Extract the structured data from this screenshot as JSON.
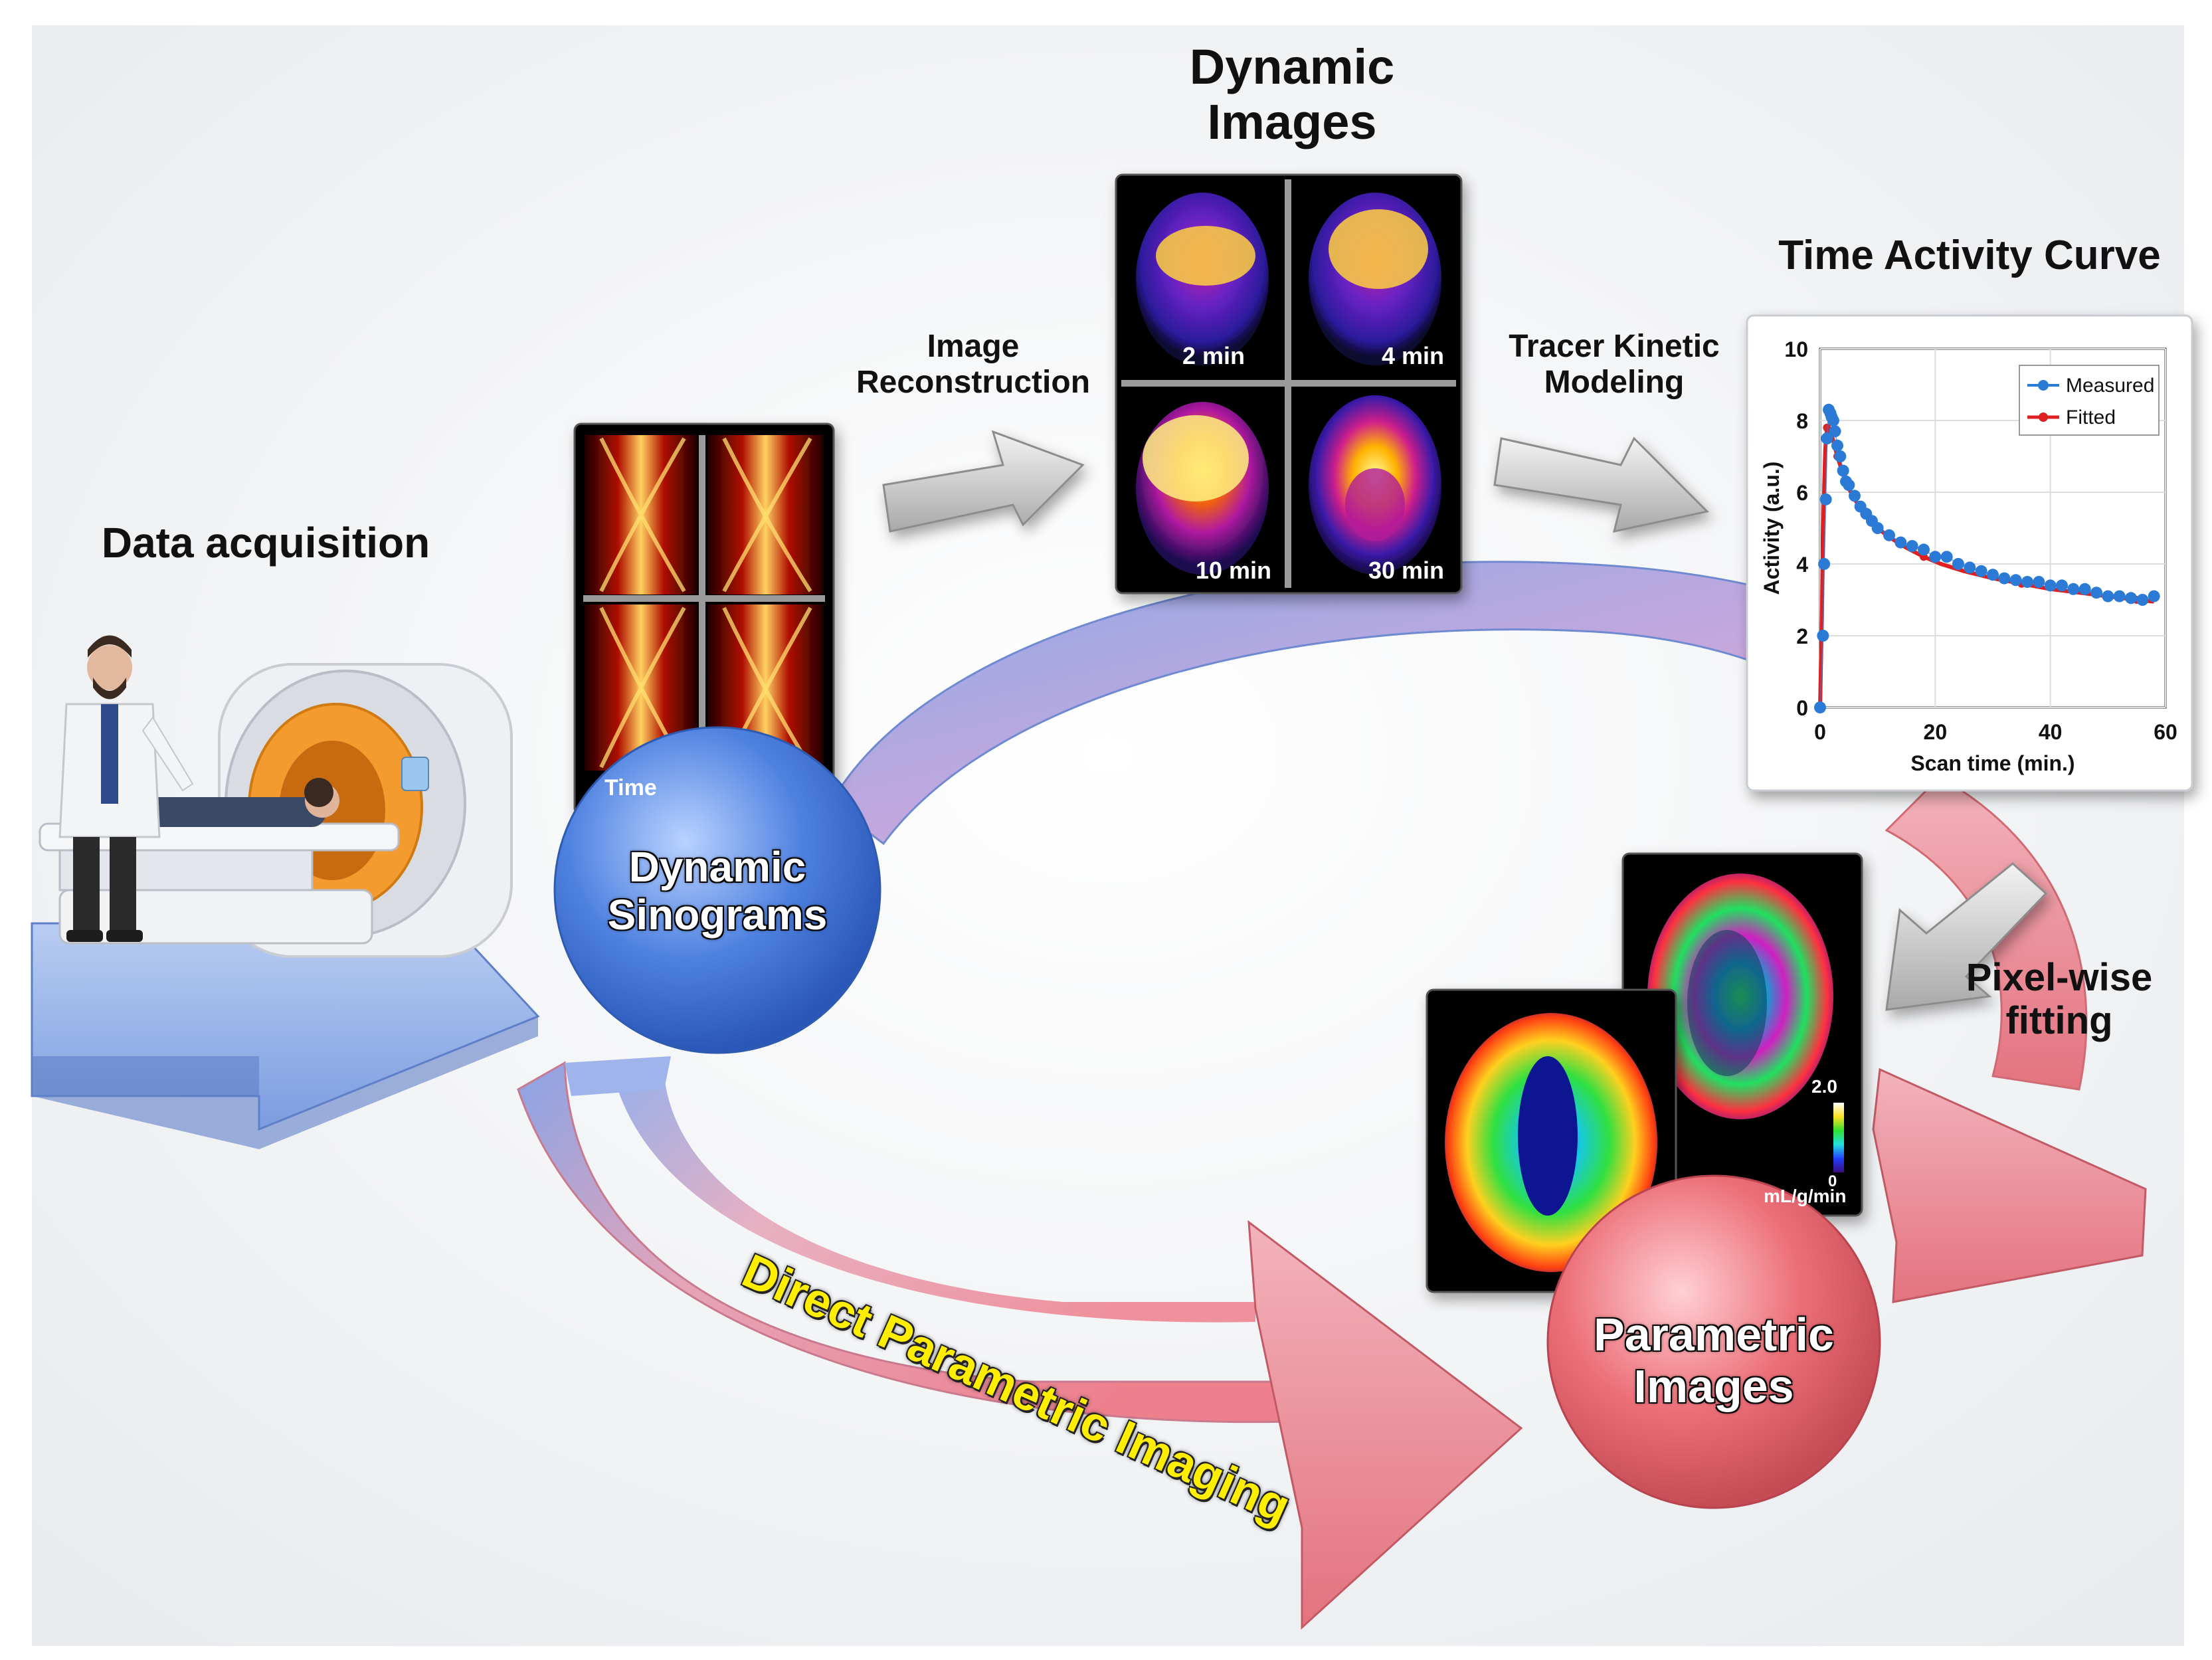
{
  "labels": {
    "data_acquisition": "Data acquisition",
    "dynamic_images": "Dynamic Images",
    "image_reconstruction": "Image Reconstruction",
    "tracer_kinetic_modeling": "Tracer Kinetic Modeling",
    "time_activity_curve": "Time Activity Curve",
    "pixel_wise_fitting": "Pixel-wise fitting",
    "direct_parametric_imaging": "Direct Parametric Imaging",
    "dynamic_sinograms": "Dynamic Sinograms",
    "parametric_images": "Parametric Images",
    "sinogram_time": "Time"
  },
  "dynamic_frames": [
    "2 min",
    "4 min",
    "10 min",
    "30 min"
  ],
  "colorbar": {
    "max": "2.0",
    "min": "0",
    "unit": "mL/g/min"
  },
  "colors": {
    "arc_blue": "#7f9fe0",
    "arc_pink": "#e9909a",
    "measured": "#2b7bd6",
    "fitted": "#e02020",
    "title_yellow": "#ffee00"
  },
  "chart_data": {
    "type": "line",
    "title": "",
    "xlabel": "Scan time (min.)",
    "ylabel": "Activity (a.u.)",
    "xlim": [
      0,
      60
    ],
    "ylim": [
      0,
      10
    ],
    "xticks": [
      0,
      20,
      40,
      60
    ],
    "yticks": [
      0,
      2,
      4,
      6,
      8,
      10
    ],
    "grid": true,
    "legend": "top-right",
    "series": [
      {
        "name": "Measured",
        "color": "#2b7bd6",
        "x": [
          0,
          0.5,
          0.7,
          1,
          1.2,
          1.5,
          1.8,
          2,
          2.3,
          2.6,
          3,
          3.5,
          4,
          4.5,
          5,
          6,
          7,
          8,
          9,
          10,
          12,
          14,
          16,
          18,
          20,
          22,
          24,
          26,
          28,
          30,
          32,
          34,
          36,
          38,
          40,
          42,
          44,
          46,
          48,
          50,
          52,
          54,
          56,
          58
        ],
        "y": [
          0,
          2,
          4,
          5.8,
          7.5,
          8.3,
          8.2,
          8.1,
          8.0,
          7.7,
          7.3,
          7.0,
          6.6,
          6.3,
          6.2,
          5.9,
          5.6,
          5.4,
          5.2,
          5.0,
          4.8,
          4.6,
          4.5,
          4.4,
          4.2,
          4.2,
          4.0,
          3.9,
          3.8,
          3.7,
          3.6,
          3.55,
          3.5,
          3.5,
          3.4,
          3.4,
          3.3,
          3.3,
          3.2,
          3.1,
          3.1,
          3.05,
          3.0,
          3.1
        ]
      },
      {
        "name": "Fitted",
        "color": "#e02020",
        "x": [
          0,
          0.3,
          0.6,
          0.9,
          1.2,
          1.5,
          2,
          2.5,
          3,
          4,
          5,
          6,
          8,
          10,
          12,
          15,
          18,
          21,
          25,
          30,
          35,
          40,
          45,
          50,
          55,
          58
        ],
        "y": [
          0,
          2.5,
          5.5,
          7.2,
          7.8,
          7.8,
          7.6,
          7.3,
          7.0,
          6.5,
          6.1,
          5.8,
          5.35,
          5.0,
          4.75,
          4.45,
          4.2,
          4.0,
          3.8,
          3.6,
          3.45,
          3.3,
          3.2,
          3.1,
          3.0,
          2.95
        ]
      }
    ]
  }
}
